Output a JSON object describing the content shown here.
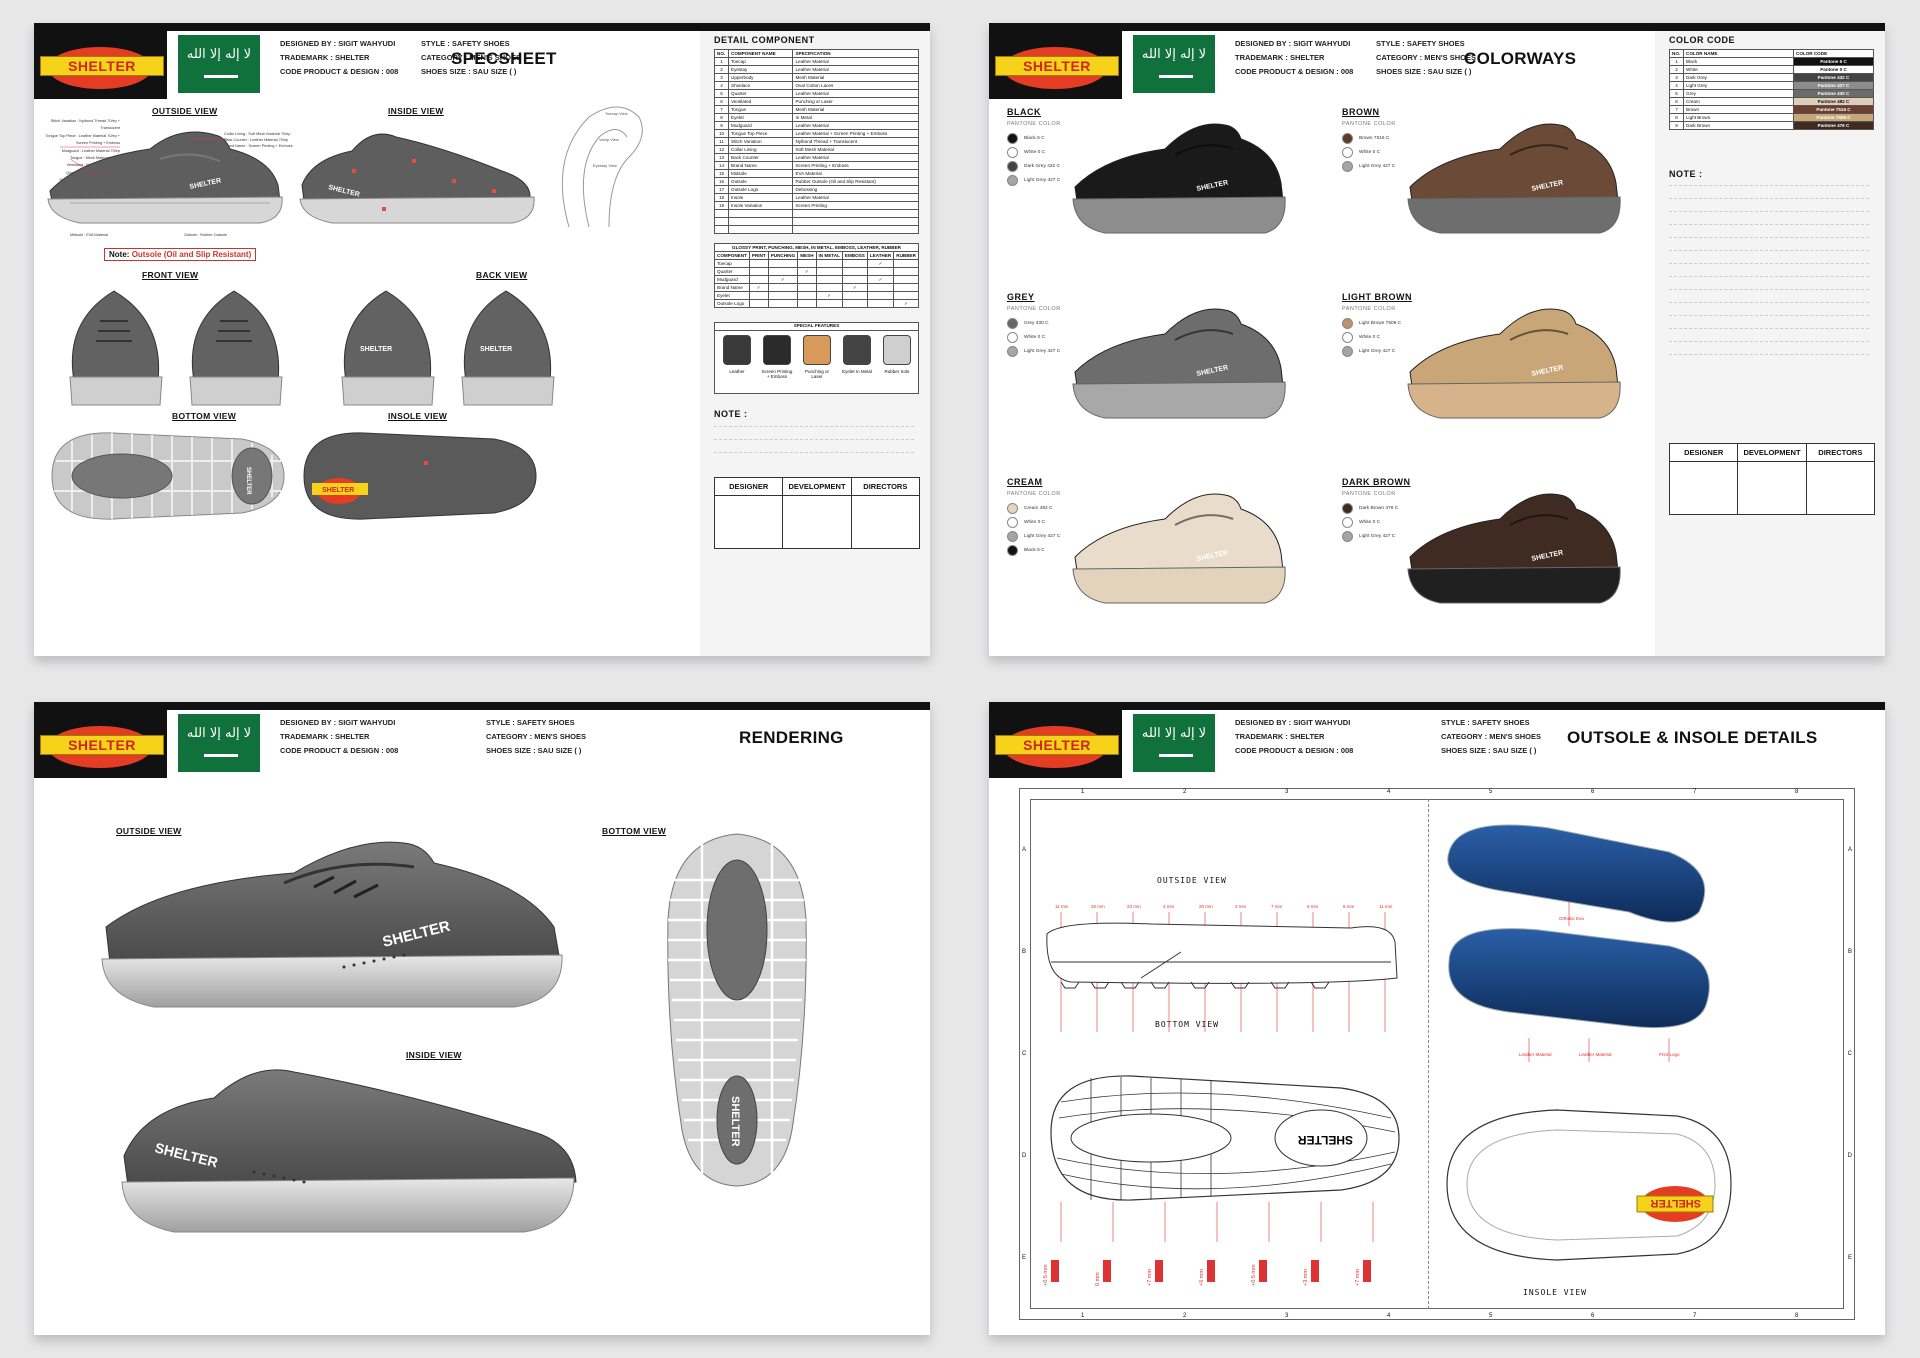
{
  "header": {
    "brand": "SHELTER",
    "flag_text": "لا إله إلا الله",
    "designed_by": "DESIGNED BY : SIGIT WAHYUDI",
    "trademark": "TRADEMARK : SHELTER",
    "code": "CODE PRODUCT & DESIGN : 008",
    "style": "STYLE : SAFETY SHOES",
    "category": "CATEGORY : MEN'S SHOES",
    "size": "SHOES SIZE : SAU SIZE (   )"
  },
  "specsheet": {
    "title": "SPECSHEET",
    "views": {
      "outside": "OUTSIDE VIEW",
      "inside": "INSIDE VIEW",
      "front": "FRONT VIEW",
      "back": "BACK VIEW",
      "bottom": "BOTTOM VIEW",
      "insole": "INSOLE VIEW"
    },
    "note_prefix": "Note:",
    "note": "Outsole (Oil and Slip Resistant)",
    "callouts_left": [
      "Stitch Variation : Nylbond Thread 70/ep + Translucent",
      "Tongue Top Piece : Leather Material 70/ep + Screen Printing + Emboss",
      "Mudguard : Leather Material 70/ep",
      "Tongue : Mesh Material 70/ep",
      "Ventilated : Perforating or Laser",
      "Quarter : Leather Material 70/ep",
      "Shoelace : Oval Cotton Laces 70/ep",
      "Upper body : Mesh Material 70/ep",
      "Eyestay : Leather Material 70/ep",
      "Toecap : Leather Material 70/ep"
    ],
    "callouts_right": [
      "Collar Lining : Soft Mesh Material 70/ep",
      "Back Counter : Leather Material 70/ep",
      "Brand Name : Screen Printing + Emboss"
    ],
    "callout_midsole": "Midsole : EVA Material",
    "callout_outsole": "Outsole : Rubber Outsole",
    "detail_title": "DETAIL COMPONENT",
    "detail_headers": [
      "NO.",
      "COMPONENT NAME",
      "SPECIFICATION"
    ],
    "detail_rows": [
      [
        "1",
        "Toecap",
        "Leather Material"
      ],
      [
        "2",
        "Eyestay",
        "Leather Material"
      ],
      [
        "3",
        "Upperbody",
        "Mesh Material"
      ],
      [
        "4",
        "Shoelace",
        "Oval Cotton Laces"
      ],
      [
        "5",
        "Quarter",
        "Leather Material"
      ],
      [
        "6",
        "Ventilated",
        "Punching or Laser"
      ],
      [
        "7",
        "Tongue",
        "Mesh Material"
      ],
      [
        "8",
        "Eyelet",
        "In Metal"
      ],
      [
        "9",
        "Mudguard",
        "Leather Material"
      ],
      [
        "10",
        "Tongue Top Piece",
        "Leather Material + Screen Printing + Emboss"
      ],
      [
        "11",
        "Stitch Variation",
        "Nylbond Thread + Translucent"
      ],
      [
        "12",
        "Collar Lining",
        "Soft Mesh Material"
      ],
      [
        "13",
        "Back Counter",
        "Leather Material"
      ],
      [
        "14",
        "Brand Name",
        "Screen Printing + Emboss"
      ],
      [
        "15",
        "Midsole",
        "EVA Material"
      ],
      [
        "16",
        "Outsole",
        "Rubber Outsole (Oil and Slip Resistant)"
      ],
      [
        "17",
        "Outsole Logo",
        "Debossing"
      ],
      [
        "18",
        "Insole",
        "Leather Material"
      ],
      [
        "19",
        "Insole Variation",
        "Screen Printing"
      ],
      [
        "",
        "",
        ""
      ],
      [
        "",
        "",
        ""
      ],
      [
        "",
        "",
        ""
      ]
    ],
    "process_title": "GLOSSY PRINT, PUNCHING, MESH, IN METAL, EMBOSS, LEATHER, RUBBER",
    "process_headers": [
      "COMPONENT",
      "PRINT",
      "PUNCHING",
      "MESH",
      "IN METAL",
      "EMBOSS",
      "LEATHER",
      "RUBBER"
    ],
    "process_rows": [
      [
        "Toecap",
        "",
        "",
        "",
        "",
        "",
        "✓",
        ""
      ],
      [
        "Quarter",
        "",
        "",
        "✓",
        "",
        "",
        "",
        ""
      ],
      [
        "Mudguard",
        "",
        "✓",
        "",
        "",
        "",
        "✓",
        ""
      ],
      [
        "Brand Name",
        "✓",
        "",
        "",
        "",
        "✓",
        "",
        ""
      ],
      [
        "Eyelet",
        "",
        "",
        "",
        "✓",
        "",
        "",
        ""
      ],
      [
        "Outsole Logo",
        "",
        "",
        "",
        "",
        "",
        "",
        "✓"
      ]
    ],
    "special_title": "SPECIAL FEATURES",
    "special": [
      {
        "label": "Leather",
        "color": "#3a3a3a"
      },
      {
        "label": "Screen Printing + Emboss",
        "color": "#2b2b2b"
      },
      {
        "label": "Punching or Laser",
        "color": "#d89a5a"
      },
      {
        "label": "Eyelet In Metal",
        "color": "#444444"
      },
      {
        "label": "Rubber Sole",
        "color": "#cfcfcf"
      }
    ],
    "note_label": "NOTE :",
    "sig": [
      "DESIGNER",
      "DEVELOPMENT",
      "DIRECTORS"
    ],
    "pattern_labels": [
      "Toecap View",
      "Vamp View",
      "Eyestay View"
    ]
  },
  "colorways": {
    "title": "COLORWAYS",
    "pantone_label": "PANTONE COLOR",
    "items": [
      {
        "name": "BLACK",
        "color": "#1a1a1a",
        "sole": "#8d8d8d",
        "swatches": [
          {
            "c": "#111111",
            "t": "Black 6 C"
          },
          {
            "c": "#ffffff",
            "t": "White 0 C"
          },
          {
            "c": "#444444",
            "t": "Dark Grey 432 C"
          },
          {
            "c": "#a5a5a5",
            "t": "Light Grey 427 C"
          }
        ]
      },
      {
        "name": "BROWN",
        "color": "#6b4a38",
        "sole": "#6e6e6e",
        "swatches": [
          {
            "c": "#5d3b2a",
            "t": "Brown 7516 C"
          },
          {
            "c": "#ffffff",
            "t": "White 0 C"
          },
          {
            "c": "#a5a5a5",
            "t": "Light Grey 427 C"
          }
        ]
      },
      {
        "name": "GREY",
        "color": "#6d6d6d",
        "sole": "#a8a8a8",
        "swatches": [
          {
            "c": "#666666",
            "t": "Grey 430 C"
          },
          {
            "c": "#ffffff",
            "t": "White 0 C"
          },
          {
            "c": "#a5a5a5",
            "t": "Light Grey 427 C"
          }
        ]
      },
      {
        "name": "LIGHT BROWN",
        "color": "#c9a678",
        "sole": "#d6b38a",
        "swatches": [
          {
            "c": "#b8956a",
            "t": "Light Brown 7509 C"
          },
          {
            "c": "#ffffff",
            "t": "White 0 C"
          },
          {
            "c": "#a5a5a5",
            "t": "Light Grey 427 C"
          }
        ]
      },
      {
        "name": "CREAM",
        "color": "#eadccb",
        "sole": "#e3d2bc",
        "swatches": [
          {
            "c": "#e6d5bd",
            "t": "Cream 482 C"
          },
          {
            "c": "#ffffff",
            "t": "White 0 C"
          },
          {
            "c": "#a5a5a5",
            "t": "Light Grey 427 C"
          },
          {
            "c": "#111111",
            "t": "Black 6 C"
          }
        ]
      },
      {
        "name": "DARK BROWN",
        "color": "#3f2b22",
        "sole": "#202020",
        "swatches": [
          {
            "c": "#3e2a21",
            "t": "Dark Brown 476 C"
          },
          {
            "c": "#ffffff",
            "t": "White 0 C"
          },
          {
            "c": "#a5a5a5",
            "t": "Light Grey 427 C"
          }
        ]
      }
    ],
    "code_title": "COLOR CODE",
    "code_headers": [
      "NO.",
      "COLOR NAME",
      "COLOR CODE"
    ],
    "code_rows": [
      {
        "no": "1",
        "name": "Black",
        "code": "Pantone 6 C",
        "c": "#111111",
        "fg": "#ffffff"
      },
      {
        "no": "2",
        "name": "White",
        "code": "Pantone 0 C",
        "c": "#ffffff",
        "fg": "#111111"
      },
      {
        "no": "3",
        "name": "Dark Grey",
        "code": "Pantone 432 C",
        "c": "#444444",
        "fg": "#ffffff"
      },
      {
        "no": "4",
        "name": "Light Grey",
        "code": "Pantone 427 C",
        "c": "#8c8c8c",
        "fg": "#ffffff"
      },
      {
        "no": "5",
        "name": "Grey",
        "code": "Pantone 430 C",
        "c": "#6b6b6b",
        "fg": "#ffffff"
      },
      {
        "no": "6",
        "name": "Cream",
        "code": "Pantone 482 C",
        "c": "#e0cdb5",
        "fg": "#111111"
      },
      {
        "no": "7",
        "name": "Brown",
        "code": "Pantone 7516 C",
        "c": "#6b4030",
        "fg": "#ffffff"
      },
      {
        "no": "8",
        "name": "Light Brown",
        "code": "Pantone 7509 C",
        "c": "#c9a678",
        "fg": "#ffffff"
      },
      {
        "no": "9",
        "name": "Dark Brown",
        "code": "Pantone 476 C",
        "c": "#3e2a21",
        "fg": "#ffffff"
      }
    ],
    "note_label": "NOTE :",
    "sig": [
      "DESIGNER",
      "DEVELOPMENT",
      "DIRECTORS"
    ]
  },
  "rendering": {
    "title": "RENDERING",
    "outside": "OUTSIDE VIEW",
    "inside": "INSIDE VIEW",
    "bottom": "BOTTOM VIEW"
  },
  "outsole": {
    "title": "OUTSOLE & INSOLE DETAILS",
    "outside": "OUTSIDE VIEW",
    "bottom": "BOTTOM VIEW",
    "insole": "INSOLE VIEW",
    "cols": [
      "1",
      "2",
      "3",
      "4",
      "5",
      "6",
      "7",
      "8"
    ],
    "rows": [
      "A",
      "B",
      "C",
      "D",
      "E"
    ],
    "dims_top": [
      "11 mm",
      "20 mm",
      "23 mm",
      "4 mm",
      "20 mm",
      "3 mm",
      "7 mm",
      "6 mm",
      "8 mm",
      "11 mm"
    ],
    "dims_bottom": [
      "+0.5 mm",
      "0 mm",
      "+7 mm",
      "+5 mm",
      "+0.5 mm",
      "+3 mm",
      "+7 mm"
    ],
    "insole_labels": [
      "Orthotic Eva",
      "Leather Material",
      "Leather Material",
      "Print Logo"
    ]
  }
}
